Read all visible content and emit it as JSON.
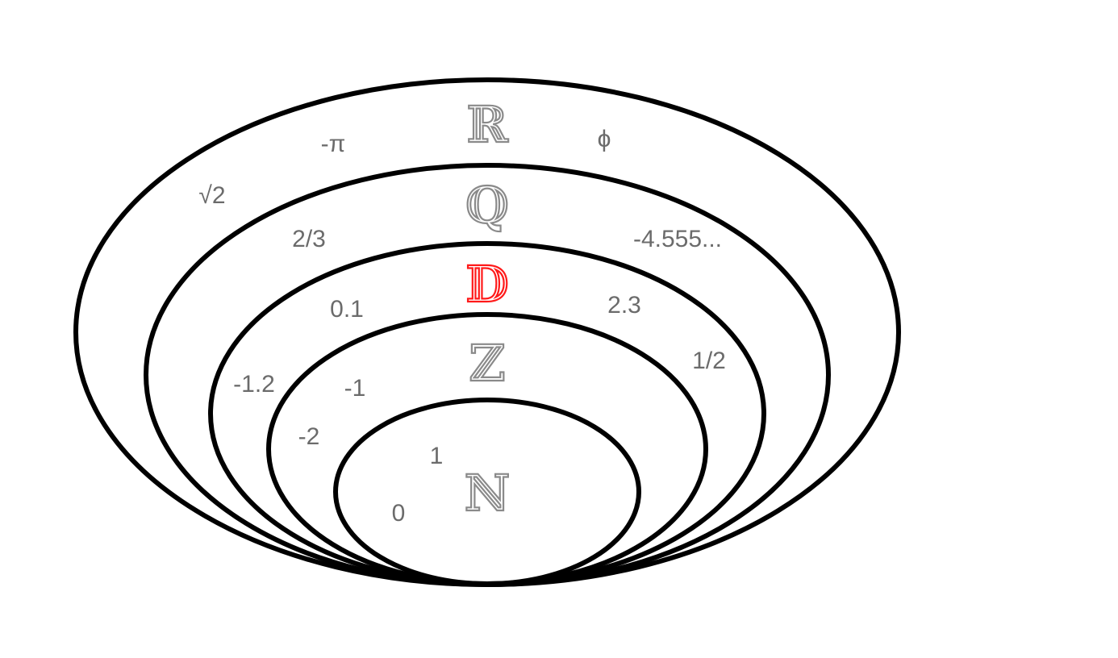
{
  "colors": {
    "boundary": "#000000",
    "symbol": "#8a8a8a",
    "highlight": "#ff1a1a",
    "number": "#6b6b6b"
  },
  "sets": {
    "reals": {
      "symbol": "ℝ",
      "highlighted": false
    },
    "rationals": {
      "symbol": "ℚ",
      "highlighted": false
    },
    "decimals": {
      "symbol": "𝔻",
      "highlighted": true
    },
    "integers": {
      "symbol": "ℤ",
      "highlighted": false
    },
    "naturals": {
      "symbol": "ℕ",
      "highlighted": false
    }
  },
  "numbers": {
    "neg_pi": "-π",
    "phi": "ϕ",
    "sqrt2": "√2",
    "two_thirds": "2/3",
    "neg_4_555": "-4.555...",
    "zero_point_one": "0.1",
    "two_point_three": "2.3",
    "neg_1_2": "-1.2",
    "one_half": "1/2",
    "neg_one": "-1",
    "neg_two": "-2",
    "one": "1",
    "zero": "0"
  }
}
